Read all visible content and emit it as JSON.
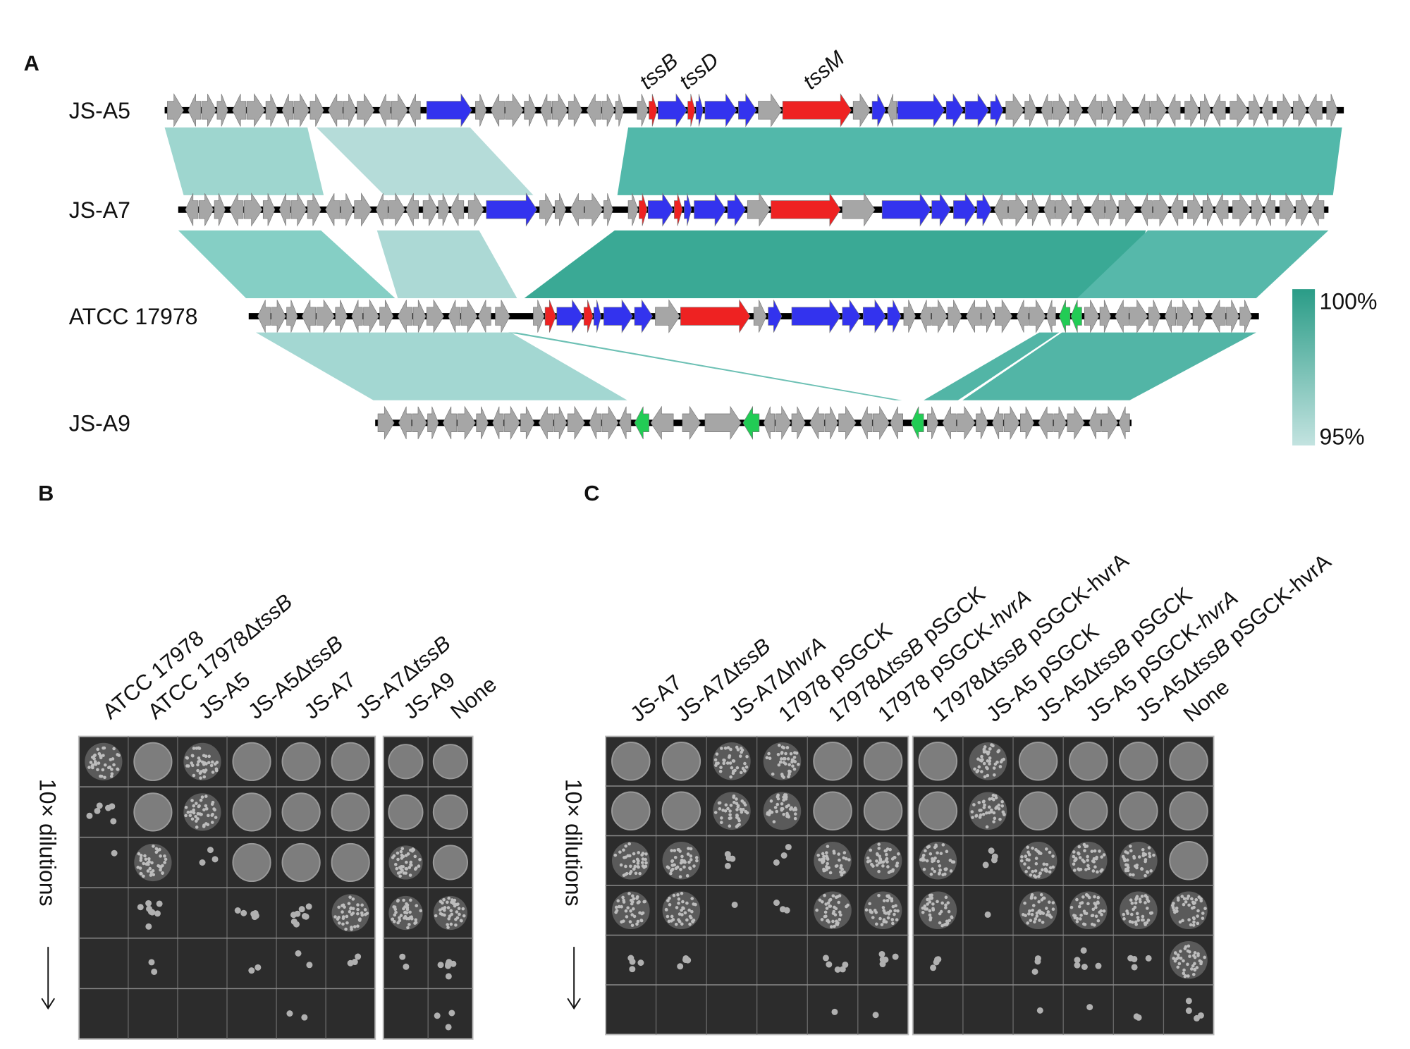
{
  "panel_a": {
    "letter": "A",
    "tracks": [
      "JS-A5",
      "JS-A7",
      "ATCC 17978",
      "JS-A9"
    ],
    "gene_labels": [
      "tssB",
      "tssD",
      "tssM"
    ],
    "legend": {
      "max_label": "100%",
      "min_label": "95%",
      "max_color": "#2a9c87",
      "min_color": "#c3e3e0"
    },
    "colors": {
      "gray": "#a6a6a6",
      "blue": "#3333ee",
      "red": "#ee2222",
      "green": "#22cc55",
      "line": "#000000"
    }
  },
  "panel_b": {
    "letter": "B",
    "ylabel": "10× dilutions",
    "labels": [
      {
        "pre": "ATCC 17978",
        "it": "",
        "post": ""
      },
      {
        "pre": "ATCC 17978Δ",
        "it": "tssB",
        "post": ""
      },
      {
        "pre": "JS-A5",
        "it": "",
        "post": ""
      },
      {
        "pre": "JS-A5Δ",
        "it": "tssB",
        "post": ""
      },
      {
        "pre": "JS-A7",
        "it": "",
        "post": ""
      },
      {
        "pre": "JS-A7Δ",
        "it": "tssB",
        "post": ""
      },
      {
        "pre": "JS-A9",
        "it": "",
        "post": ""
      },
      {
        "pre": "None",
        "it": "",
        "post": ""
      }
    ]
  },
  "panel_c": {
    "letter": "C",
    "ylabel": "10× dilutions",
    "labels": [
      {
        "pre": "JS-A7",
        "it": "",
        "post": ""
      },
      {
        "pre": "JS-A7Δ",
        "it": "tssB",
        "post": ""
      },
      {
        "pre": "JS-A7Δ",
        "it": "hvrA",
        "post": ""
      },
      {
        "pre": "17978 pSGCK",
        "it": "",
        "post": ""
      },
      {
        "pre": "17978Δ",
        "it": "tssB",
        "post": " pSGCK"
      },
      {
        "pre": "17978 pSGCK-",
        "it": "hvrA",
        "post": ""
      },
      {
        "pre": "17978Δ",
        "it": "tssB",
        "post": "  pSGCK-hvrA"
      },
      {
        "pre": "JS-A5 pSGCK",
        "it": "",
        "post": ""
      },
      {
        "pre": "JS-A5Δ",
        "it": "tssB",
        "post": " pSGCK"
      },
      {
        "pre": "JS-A5 pSGCK-",
        "it": "hvrA",
        "post": ""
      },
      {
        "pre": "JS-A5Δ",
        "it": "tssB",
        "post": " pSGCK-hvrA"
      },
      {
        "pre": "None",
        "it": "",
        "post": ""
      }
    ]
  }
}
